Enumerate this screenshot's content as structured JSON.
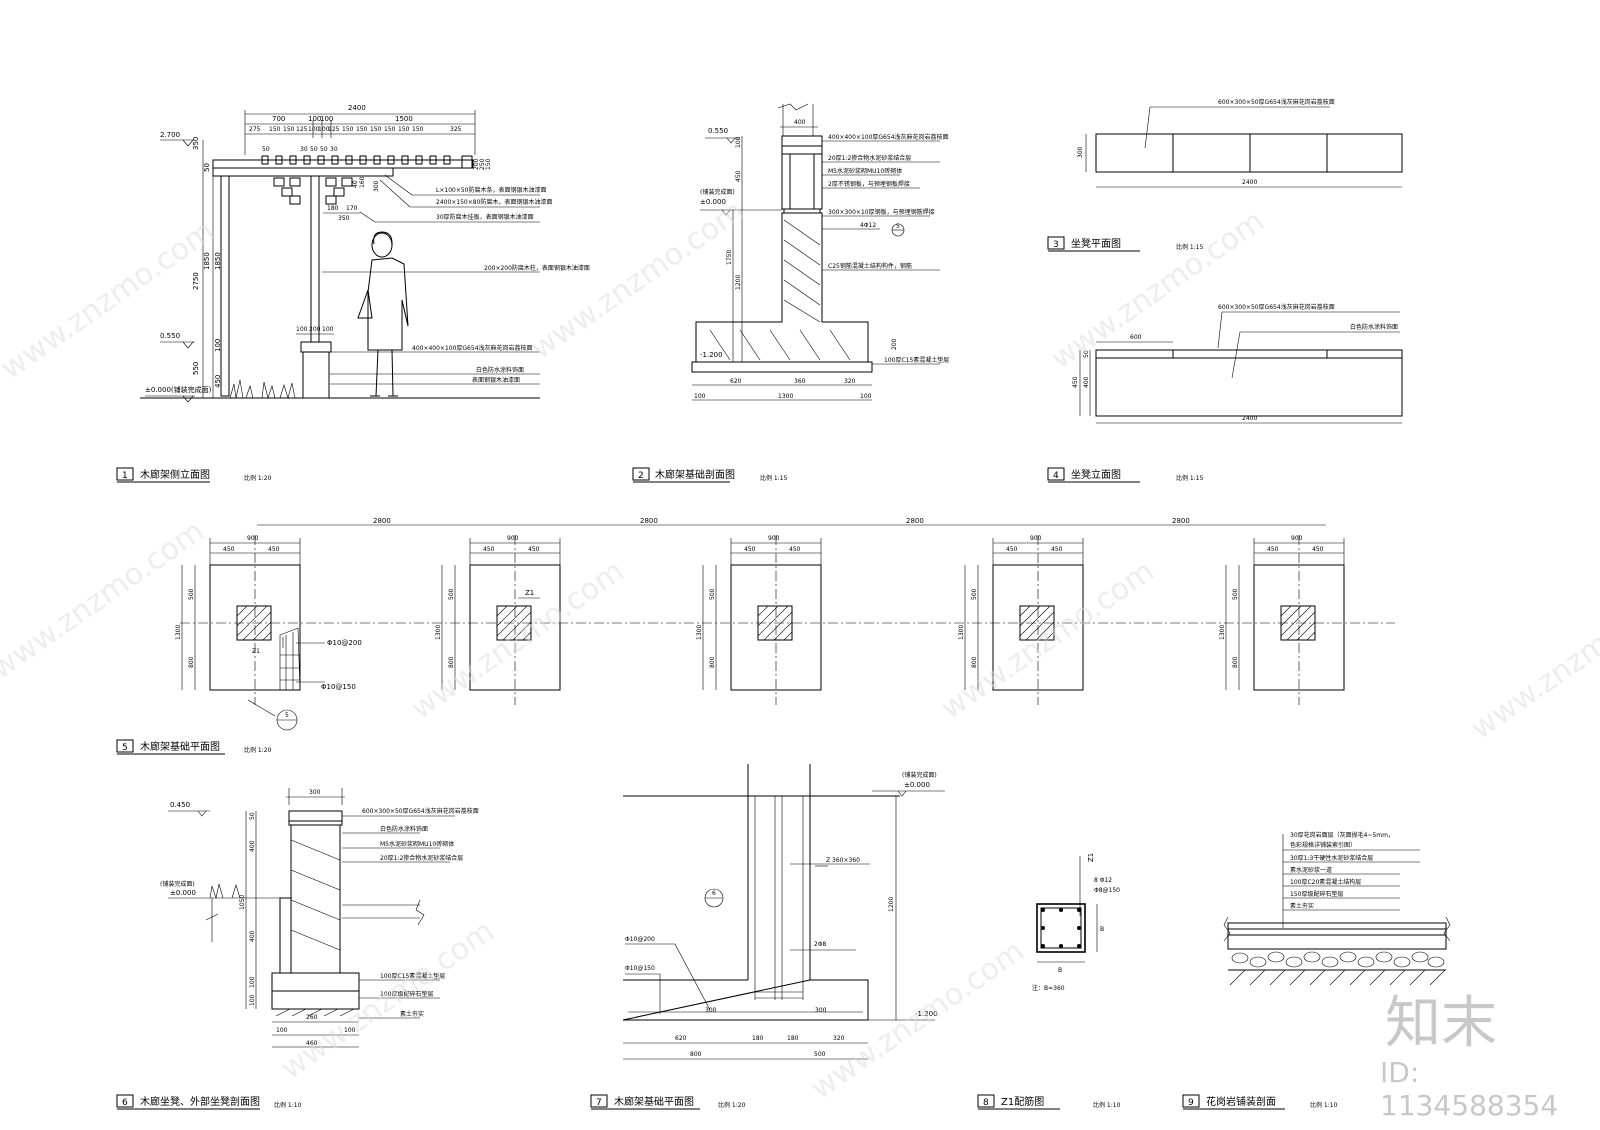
{
  "d1": {
    "num": "1",
    "title": "木廊架侧立面图",
    "scale": "比例 1:20",
    "dims_top": [
      "2400",
      "700",
      "100",
      "100",
      "1500"
    ],
    "dims_row2": [
      "275",
      "150",
      "150",
      "125",
      "100",
      "100",
      "125",
      "150",
      "150",
      "150",
      "150",
      "150",
      "150",
      "325"
    ],
    "dims_row3": [
      "50",
      "30",
      "50",
      "50",
      "30"
    ],
    "elev": [
      "2.700",
      "0.550",
      "±0.000(铺装完成面)"
    ],
    "dims_left": [
      "350",
      "50",
      "2750",
      "1850",
      "1850",
      "450",
      "100",
      "550"
    ],
    "dims_mid": [
      "40",
      "160",
      "300",
      "180",
      "170",
      "350",
      "100",
      "200",
      "100"
    ],
    "dims_right": [
      "200",
      "250",
      "150"
    ],
    "notes": [
      "L×100×50防腐木条，表面钢银木油漆面",
      "2400×150×80防腐木，表面钢银木油漆面",
      "30厚防腐木挂板，表面钢银木油漆面",
      "200×200防腐木柱，表面钢银木油漆面",
      "400×400×100厚G654浅灰麻花岗岩荔枝面",
      "白色防水涂料饰面",
      "表面钢银木油漆面"
    ]
  },
  "d2": {
    "num": "2",
    "title": "木廊架基础剖面图",
    "scale": "比例 1:15",
    "elev": [
      "0.550",
      "(铺装完成面)",
      "±0.000",
      "-1.200"
    ],
    "dims_top": [
      "400"
    ],
    "dims_left": [
      "100",
      "450",
      "1750",
      "1200",
      "200"
    ],
    "dims_bottom": [
      "620",
      "360",
      "320",
      "100",
      "1300",
      "100"
    ],
    "notes": [
      "400×400×100厚G654浅灰麻花岗岩荔枝面",
      "20厚1:2掺合物水泥砂浆结合层",
      "M5水泥砂浆砌MU10砖砌体",
      "2厚不锈钢板，与预埋钢板焊接",
      "300×300×10厚钢板，与预埋钢筋焊接",
      "4Φ12",
      "C25钢筋混凝土结构构件，钢筋",
      "100厚C15素混凝土垫层"
    ],
    "callout": "5"
  },
  "d3": {
    "num": "3",
    "title": "坐凳平面图",
    "scale": "比例 1:15",
    "dims": [
      "2400",
      "300"
    ],
    "note": "600×300×50厚G654浅灰麻花岗岩荔枝面"
  },
  "d4": {
    "num": "4",
    "title": "坐凳立面图",
    "scale": "比例 1:15",
    "dims": [
      "2400",
      "600",
      "450",
      "400",
      "50"
    ],
    "notes": [
      "600×300×50厚G654浅灰麻花岗岩荔枝面",
      "白色防水涂料饰面"
    ]
  },
  "d5": {
    "num": "5",
    "title": "木廊架基础平面图",
    "scale": "比例 1:20",
    "span": [
      "2800",
      "2800",
      "2800",
      "2800"
    ],
    "w": "900",
    "half": [
      "450",
      "450"
    ],
    "h": [
      "500",
      "800",
      "1300"
    ],
    "label": "Z1",
    "rebar": [
      "Φ10@200",
      "Φ10@150"
    ],
    "callout": "5"
  },
  "d6": {
    "num": "6",
    "title": "木廊坐凳、外部坐凳剖面图",
    "scale": "比例 1:10",
    "elev": [
      "0.450",
      "(铺装完成面)",
      "±0.000"
    ],
    "dims_top": [
      "300"
    ],
    "dims_left": [
      "50",
      "400",
      "1050",
      "400",
      "100",
      "100"
    ],
    "dims_bottom": [
      "260",
      "100",
      "100",
      "460"
    ],
    "notes": [
      "600×300×50厚G654浅灰麻花岗岩荔枝面",
      "白色防水涂料饰面",
      "M5水泥砂浆砌MU10砖砌体",
      "20厚1:2掺合物水泥砂浆结合层",
      "100厚C15素混凝土垫层",
      "100厚级配碎石垫层",
      "素土夯实"
    ]
  },
  "d7": {
    "num": "7",
    "title": "木廊架基础平面图",
    "scale": "比例 1:20",
    "elev": [
      "(铺装完成面)",
      "±0.000",
      "-1.200"
    ],
    "labels": [
      "Z 360×360",
      "Φ10@200",
      "Φ10@150",
      "2Φ8",
      "300",
      "300"
    ],
    "dims_bottom": [
      "620",
      "180",
      "180",
      "320",
      "800",
      "500"
    ],
    "dims_right": [
      "1200"
    ],
    "callout": "6"
  },
  "d8": {
    "num": "8",
    "title": "Z1配筋图",
    "scale": "比例 1:10",
    "labels": [
      "Z1",
      "8 Φ12",
      "Φ8@150",
      "B",
      "B",
      "注：B=360"
    ]
  },
  "d9": {
    "num": "9",
    "title": "花岗岩铺装剖面",
    "scale": "比例 1:10",
    "notes": [
      "30厚花岗岩面层（灰面抛毛4~5mm，",
      "色彩规格详铺装索引图）",
      "30厚1:3干硬性水泥砂浆结合层",
      "素水泥砂浆一道",
      "100厚C20素混凝土结构层",
      "150厚级配碎石垫层",
      "素土夯实"
    ]
  },
  "watermark": {
    "site": "www.znzmo.com",
    "brand": "知末",
    "id": "ID: 1134588354"
  }
}
